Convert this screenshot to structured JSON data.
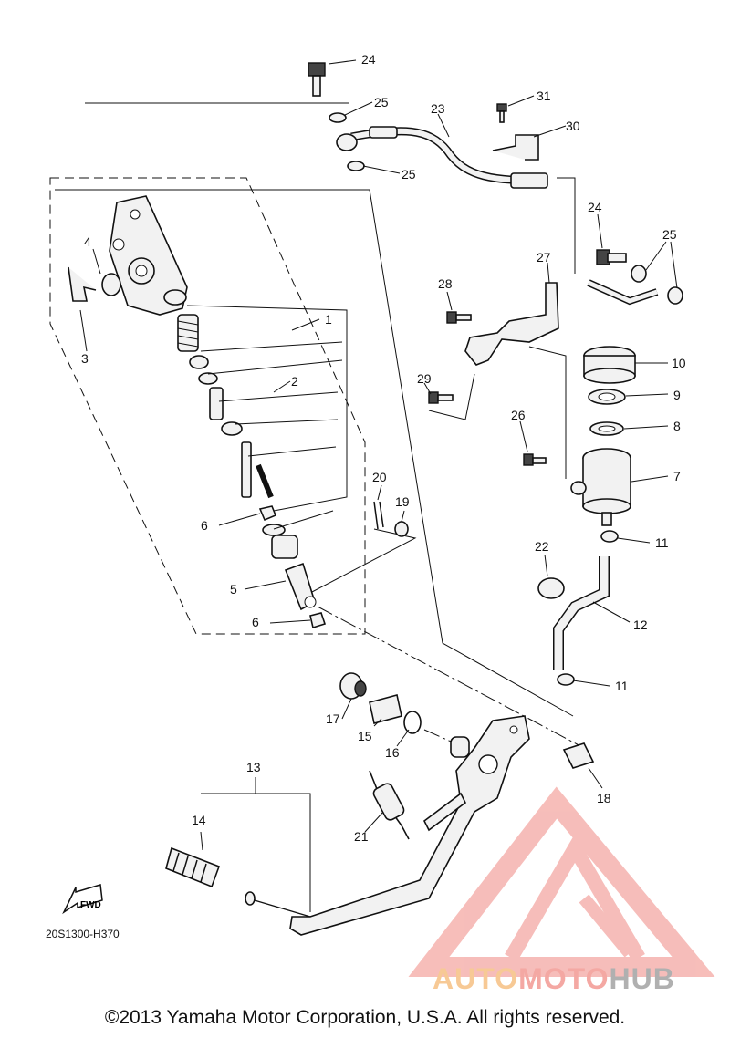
{
  "diagram": {
    "callouts": [
      {
        "id": "1",
        "text": "1"
      },
      {
        "id": "2",
        "text": "2"
      },
      {
        "id": "3",
        "text": "3"
      },
      {
        "id": "4",
        "text": "4"
      },
      {
        "id": "5",
        "text": "5"
      },
      {
        "id": "6a",
        "text": "6"
      },
      {
        "id": "6b",
        "text": "6"
      },
      {
        "id": "7",
        "text": "7"
      },
      {
        "id": "8",
        "text": "8"
      },
      {
        "id": "9",
        "text": "9"
      },
      {
        "id": "10",
        "text": "10"
      },
      {
        "id": "11a",
        "text": "11"
      },
      {
        "id": "11b",
        "text": "11"
      },
      {
        "id": "12",
        "text": "12"
      },
      {
        "id": "13",
        "text": "13"
      },
      {
        "id": "14",
        "text": "14"
      },
      {
        "id": "15",
        "text": "15"
      },
      {
        "id": "16",
        "text": "16"
      },
      {
        "id": "17",
        "text": "17"
      },
      {
        "id": "18",
        "text": "18"
      },
      {
        "id": "19",
        "text": "19"
      },
      {
        "id": "20",
        "text": "20"
      },
      {
        "id": "21",
        "text": "21"
      },
      {
        "id": "22",
        "text": "22"
      },
      {
        "id": "23",
        "text": "23"
      },
      {
        "id": "24a",
        "text": "24"
      },
      {
        "id": "24b",
        "text": "24"
      },
      {
        "id": "25a",
        "text": "25"
      },
      {
        "id": "25b",
        "text": "25"
      },
      {
        "id": "25c",
        "text": "25"
      },
      {
        "id": "26",
        "text": "26"
      },
      {
        "id": "27",
        "text": "27"
      },
      {
        "id": "28",
        "text": "28"
      },
      {
        "id": "29",
        "text": "29"
      },
      {
        "id": "30",
        "text": "30"
      },
      {
        "id": "31",
        "text": "31"
      }
    ],
    "fwd_label": "FWD",
    "code": "20S1300-H370",
    "copyright": "©2013 Yamaha Motor Corporation, U.S.A. All rights reserved.",
    "watermark": {
      "part1": "AUTO",
      "part2": "MOTO",
      "part3": "HUB"
    },
    "colors": {
      "line": "#111111",
      "watermark_red": "#f4a8a3",
      "watermark_orange": "#f7c995",
      "watermark_gray": "#b0b0b0"
    }
  }
}
